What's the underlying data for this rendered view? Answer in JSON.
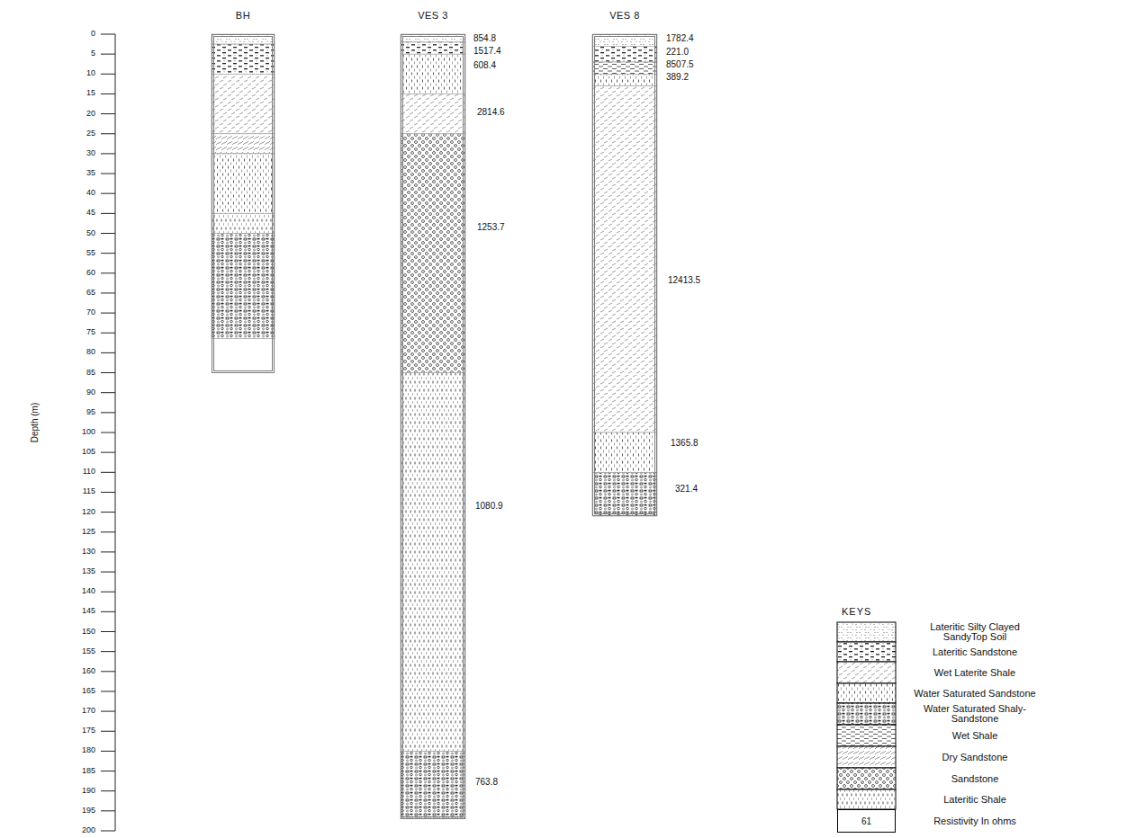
{
  "diagram": {
    "nodes": [
      {
        "text": [
          "BH"
        ]
      },
      {
        "text": [
          "VES 3"
        ]
      },
      {
        "text": [
          "VES 8"
        ]
      },
      {
        "text": [
          "61"
        ]
      }
    ],
    "labels": [
      "0",
      "5",
      "10",
      "15",
      "20",
      "25",
      "30",
      "35",
      "40",
      "45",
      "50",
      "55",
      "60",
      "65",
      "70",
      "75",
      "80",
      "85",
      "90",
      "95",
      "100",
      "105",
      "110",
      "115",
      "120",
      "125",
      "130",
      "135",
      "140",
      "145",
      "150",
      "155",
      "160",
      "165",
      "170",
      "175",
      "180",
      "185",
      "190",
      "195",
      "200",
      "Depth (m)",
      "854.8",
      "1517.4",
      "608.4",
      "2814.6",
      "1253.7",
      "1080.9",
      "763.8",
      "1782.4",
      "221.0",
      "8507.5",
      "389.2",
      "12413.5",
      "1365.8",
      "321.4",
      "KEYS"
    ],
    "legend": [
      {
        "text": "Lateritic Silty Clayed SandyTop Soil"
      },
      {
        "text": "Lateritic Sandstone"
      },
      {
        "text": "Wet Laterite Shale"
      },
      {
        "text": "Water Saturated Sandstone"
      },
      {
        "text": "Water Saturated Shaly-Sandstone"
      },
      {
        "text": "Wet Shale"
      },
      {
        "text": "Dry Sandstone"
      },
      {
        "text": "Sandstone"
      },
      {
        "text": "Lateritic Shale"
      },
      {
        "text": "Resistivity In ohms"
      }
    ]
  }
}
